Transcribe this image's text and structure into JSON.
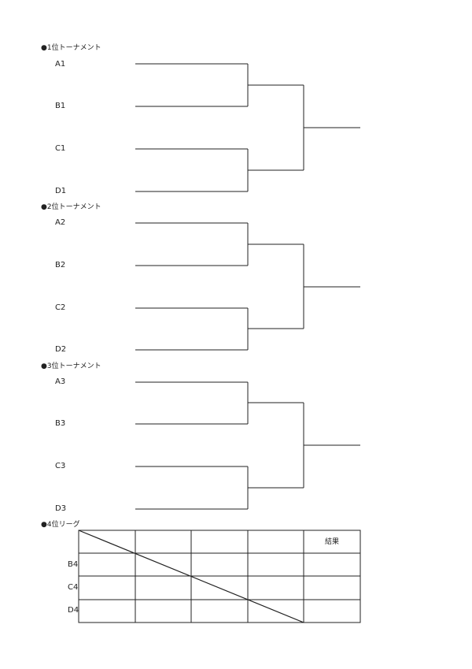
{
  "tournaments": [
    {
      "title": "●1位トーナメント",
      "teams": [
        "A1",
        "B1",
        "C1",
        "D1"
      ]
    },
    {
      "title": "●2位トーナメント",
      "teams": [
        "A2",
        "B2",
        "C2",
        "D2"
      ]
    },
    {
      "title": "●3位トーナメント",
      "teams": [
        "A3",
        "B3",
        "C3",
        "D3"
      ]
    }
  ],
  "league": {
    "title": "●4位リーグ",
    "result_header": "結果",
    "row_labels": [
      "B4",
      "C4",
      "D4"
    ]
  }
}
